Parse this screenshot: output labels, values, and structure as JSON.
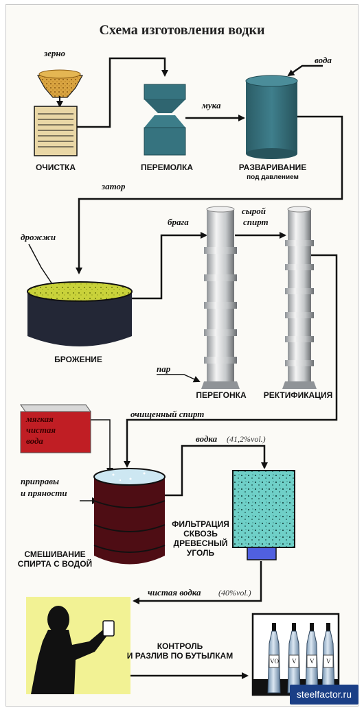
{
  "title": "Схема изготовления водки",
  "stages": {
    "cleaning": "ОЧИСТКА",
    "milling": "ПЕРЕМОЛКА",
    "boiling_line1": "РАЗВАРИВАНИЕ",
    "boiling_line2": "под давлением",
    "fermentation": "БРОЖЕНИЕ",
    "distillation": "ПЕРЕГОНКА",
    "rectification": "РЕКТИФИКАЦИЯ",
    "mixing_line1": "СМЕШИВАНИЕ",
    "mixing_line2": "СПИРТА С ВОДОЙ",
    "filtration_line1": "ФИЛЬТРАЦИЯ",
    "filtration_line2": "СКВОЗЬ",
    "filtration_line3": "ДРЕВЕСНЫЙ",
    "filtration_line4": "УГОЛЬ",
    "control_line1": "КОНТРОЛЬ",
    "control_line2": "И РАЗЛИВ ПО БУТЫЛКАМ"
  },
  "labels": {
    "grain": "зерно",
    "water": "вода",
    "flour": "мука",
    "mash": "затор",
    "yeast": "дрожжи",
    "brew": "брага",
    "raw_spirit_line1": "сырой",
    "raw_spirit_line2": "спирт",
    "steam": "пар",
    "purified_spirit": "очищенный спирт",
    "soft_water_line1": "мягкая",
    "soft_water_line2": "чистая",
    "soft_water_line3": "вода",
    "spices_line1": "приправы",
    "spices_line2": "и пряности",
    "vodka": "водка",
    "vodka_abv": "(41,2%vol.)",
    "pure_vodka": "чистая водка",
    "pure_vodka_abv": "(40%vol.)",
    "bottle_label": "V",
    "bottle_label_first": "VO"
  },
  "watermark": "steelfactor.ru",
  "colors": {
    "tank_blue": "#36737f",
    "grain_yellow": "#d9a441",
    "yeast_green": "#c9d23a",
    "mixer_maroon": "#4e0d14",
    "red_box": "#c01e24",
    "filter_cyan": "#6fd0c8",
    "control_yellow": "#f2f294",
    "brand_blue": "#1b3f86"
  }
}
